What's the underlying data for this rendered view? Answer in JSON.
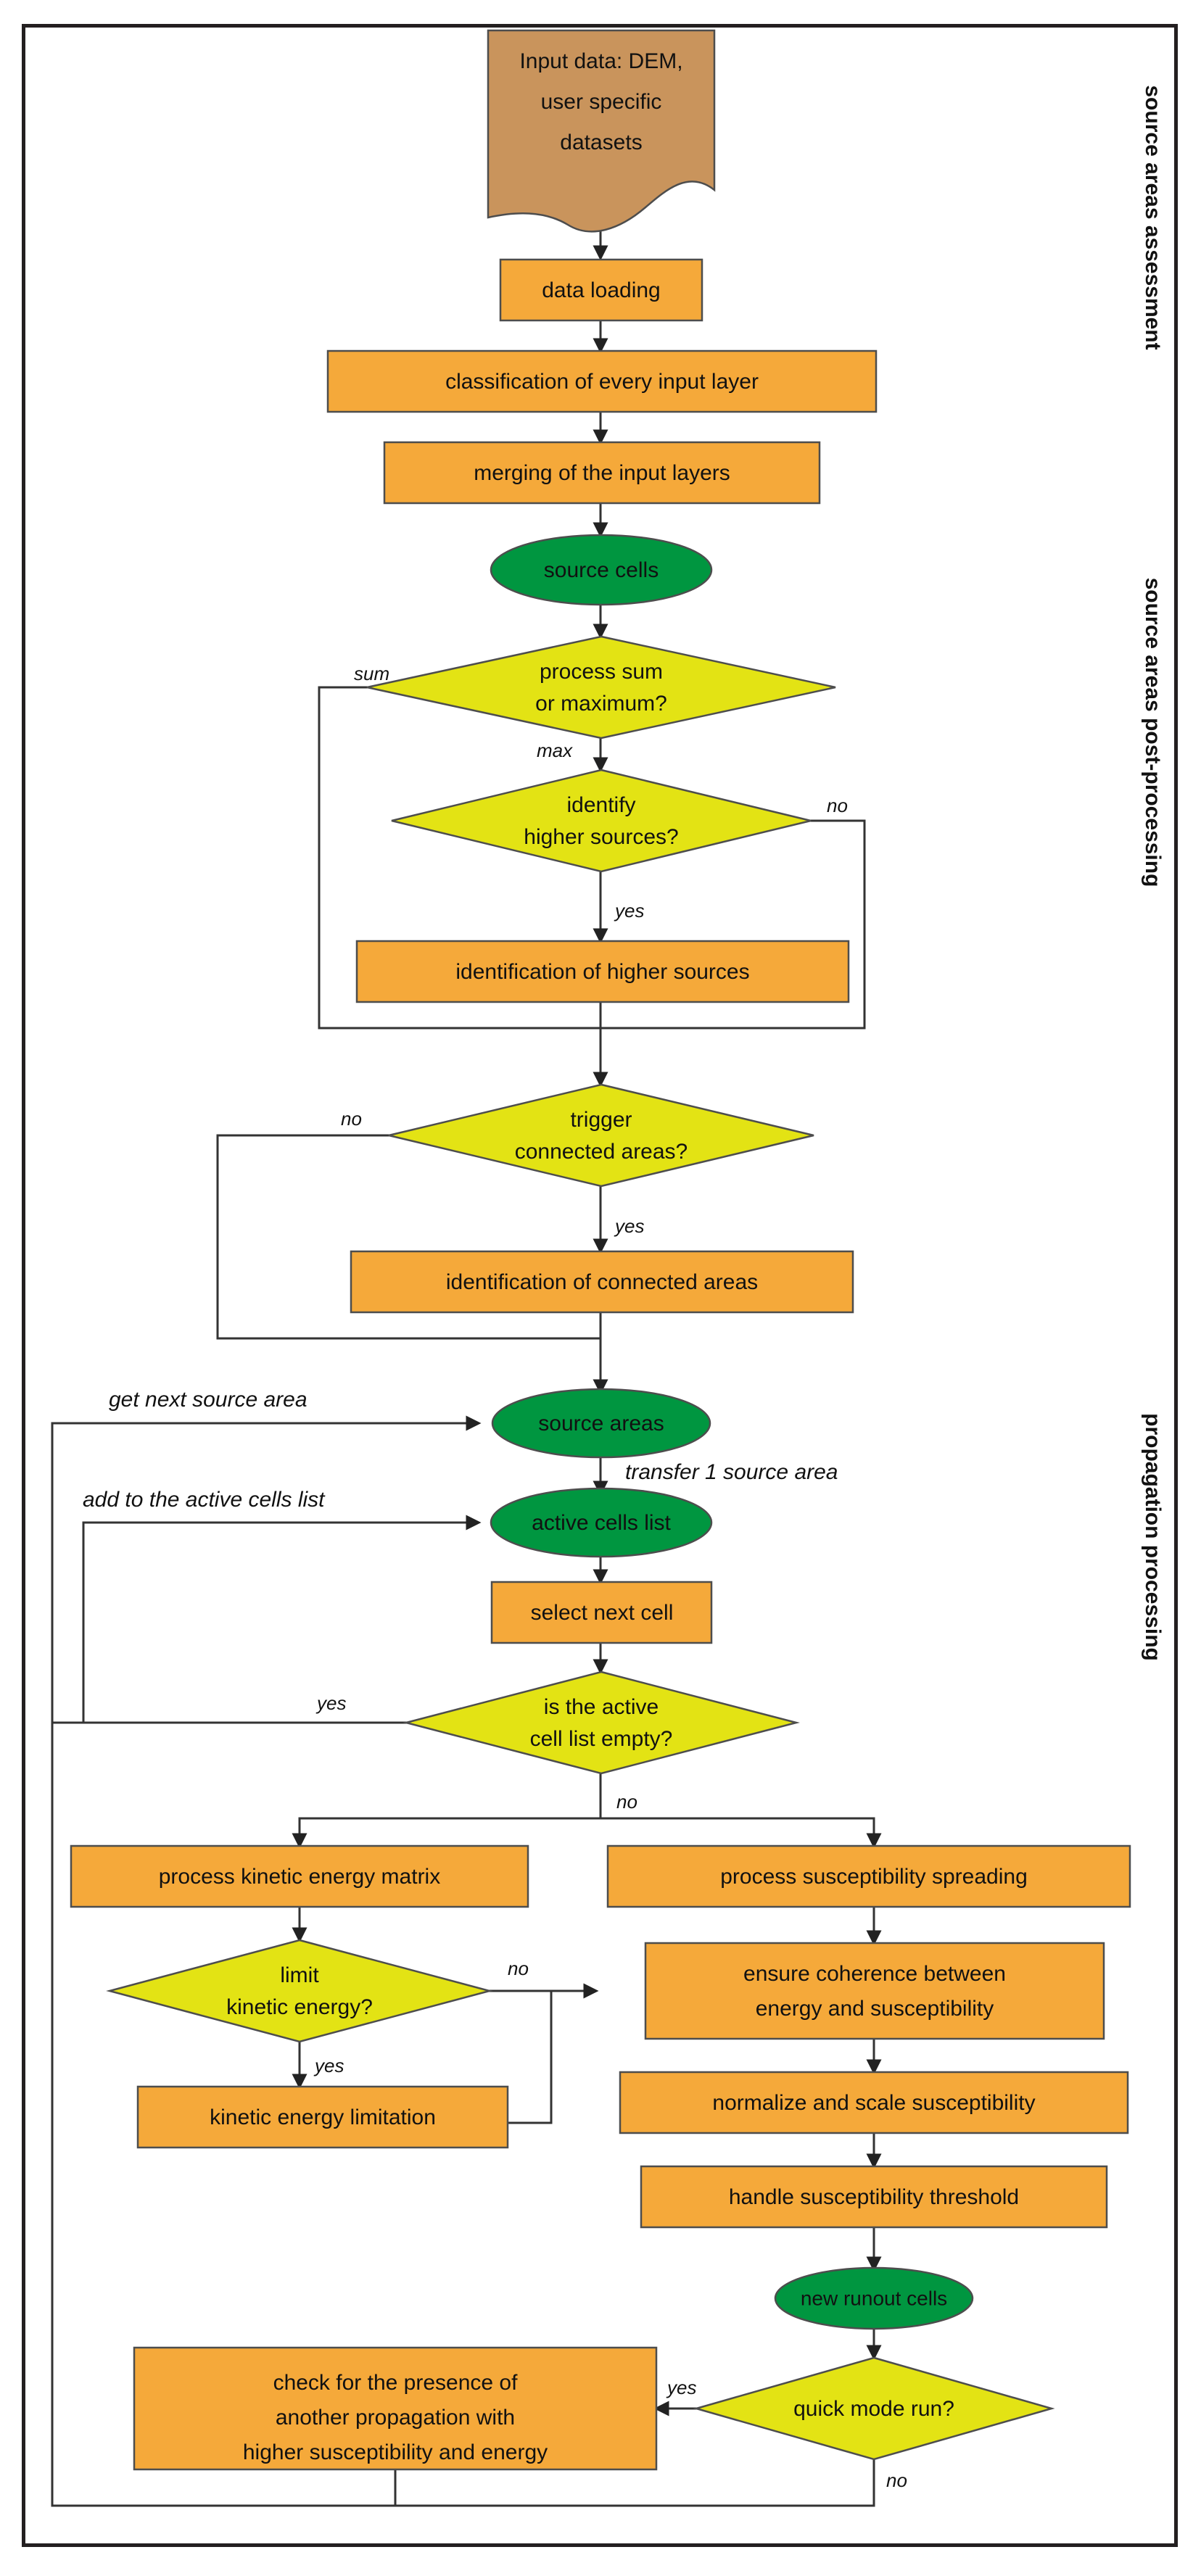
{
  "diagram": {
    "title": "Landslide source area and propagation processing flowchart",
    "colors": {
      "process": "#F5A93A",
      "document": "#C9945C",
      "decision": "#E3E314",
      "terminator": "#009640",
      "border": "#4d4d4d",
      "line": "#333333",
      "frame": "#231f20",
      "background": "#ffffff"
    },
    "side_labels": [
      {
        "id": "side-1",
        "text": "source areas assessment"
      },
      {
        "id": "side-2",
        "text": "source areas post-processing"
      },
      {
        "id": "side-3",
        "text": "propagation processing"
      }
    ],
    "nodes": [
      {
        "id": "n-input-data",
        "type": "document",
        "lines": [
          "Input data: DEM,",
          "user specific",
          "datasets"
        ]
      },
      {
        "id": "n-data-loading",
        "type": "process",
        "lines": [
          "data loading"
        ]
      },
      {
        "id": "n-classification",
        "type": "process",
        "lines": [
          "classification of every input layer"
        ]
      },
      {
        "id": "n-merging",
        "type": "process",
        "lines": [
          "merging of the input layers"
        ]
      },
      {
        "id": "n-source-cells",
        "type": "terminator",
        "lines": [
          "source cells"
        ]
      },
      {
        "id": "n-sum-or-max",
        "type": "decision",
        "lines": [
          "process sum",
          "or maximum?"
        ]
      },
      {
        "id": "n-identify-higher",
        "type": "decision",
        "lines": [
          "identify",
          "higher sources?"
        ]
      },
      {
        "id": "n-ident-higher-src",
        "type": "process",
        "lines": [
          "identification of higher sources"
        ]
      },
      {
        "id": "n-trigger-connected",
        "type": "decision",
        "lines": [
          "trigger",
          "connected areas?"
        ]
      },
      {
        "id": "n-ident-conn-areas",
        "type": "process",
        "lines": [
          "identification of connected areas"
        ]
      },
      {
        "id": "n-source-areas",
        "type": "terminator",
        "lines": [
          "source areas"
        ]
      },
      {
        "id": "n-active-cells-list",
        "type": "terminator",
        "lines": [
          "active cells list"
        ]
      },
      {
        "id": "n-select-next-cell",
        "type": "process",
        "lines": [
          "select next cell"
        ]
      },
      {
        "id": "n-list-empty",
        "type": "decision",
        "lines": [
          "is the active",
          "cell list empty?"
        ]
      },
      {
        "id": "n-kinetic-matrix",
        "type": "process",
        "lines": [
          "process kinetic energy matrix"
        ]
      },
      {
        "id": "n-susc-spreading",
        "type": "process",
        "lines": [
          "process susceptibility spreading"
        ]
      },
      {
        "id": "n-limit-kinetic",
        "type": "decision",
        "lines": [
          "limit",
          "kinetic energy?"
        ]
      },
      {
        "id": "n-ensure-coherence",
        "type": "process",
        "lines": [
          "ensure coherence between",
          "energy and susceptibility"
        ]
      },
      {
        "id": "n-kin-limitation",
        "type": "process",
        "lines": [
          "kinetic energy limitation"
        ]
      },
      {
        "id": "n-normalize-scale",
        "type": "process",
        "lines": [
          "normalize and scale susceptibility"
        ]
      },
      {
        "id": "n-handle-threshold",
        "type": "process",
        "lines": [
          "handle susceptibility threshold"
        ]
      },
      {
        "id": "n-new-runout",
        "type": "terminator",
        "lines": [
          "new runout cells"
        ]
      },
      {
        "id": "n-quick-mode",
        "type": "decision",
        "lines": [
          "quick mode run?"
        ]
      },
      {
        "id": "n-check-presence",
        "type": "process",
        "lines": [
          "check for the presence of",
          "another propagation with",
          "higher susceptibility and energy"
        ]
      }
    ],
    "edge_labels": [
      {
        "id": "lbl-sum",
        "text": "sum"
      },
      {
        "id": "lbl-max",
        "text": "max"
      },
      {
        "id": "lbl-no-higher",
        "text": "no"
      },
      {
        "id": "lbl-yes-higher",
        "text": "yes"
      },
      {
        "id": "lbl-no-connected",
        "text": "no"
      },
      {
        "id": "lbl-yes-connected",
        "text": "yes"
      },
      {
        "id": "lbl-get-next-src",
        "text": "get next source area"
      },
      {
        "id": "lbl-transfer-1",
        "text": "transfer 1 source area"
      },
      {
        "id": "lbl-add-active",
        "text": "add to the active cells list"
      },
      {
        "id": "lbl-yes-empty",
        "text": "yes"
      },
      {
        "id": "lbl-no-empty",
        "text": "no"
      },
      {
        "id": "lbl-no-limit",
        "text": "no"
      },
      {
        "id": "lbl-yes-limit",
        "text": "yes"
      },
      {
        "id": "lbl-yes-quick",
        "text": "yes"
      },
      {
        "id": "lbl-no-quick",
        "text": "no"
      }
    ]
  }
}
